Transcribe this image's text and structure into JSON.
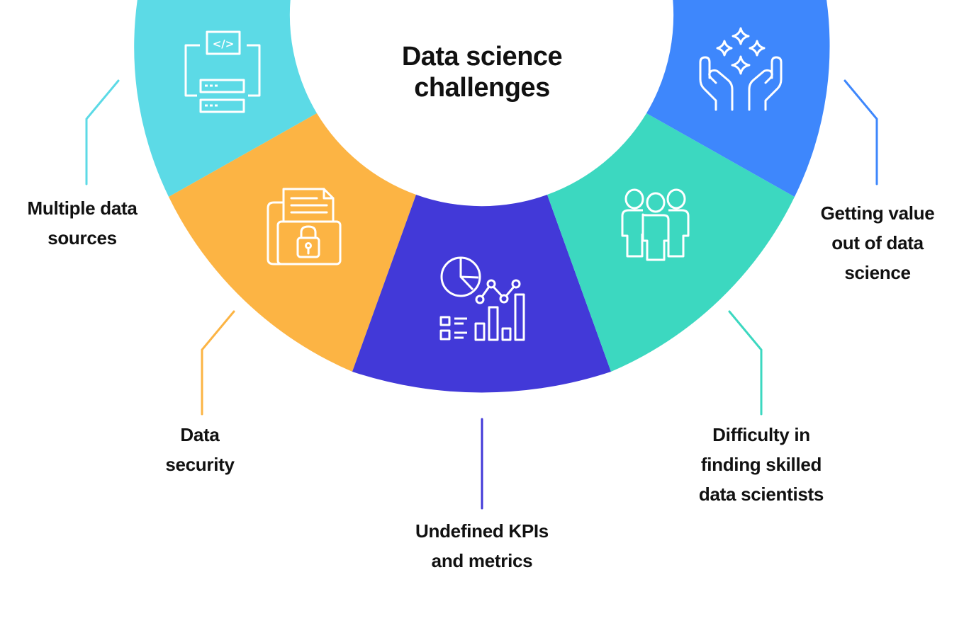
{
  "title": {
    "line1": "Data science",
    "line2": "challenges"
  },
  "colors": {
    "cyan": "#5cdae6",
    "orange": "#fcb444",
    "purple": "#4239d8",
    "teal": "#3cd8c0",
    "blue": "#3e87fc"
  },
  "segments": [
    {
      "id": "multiple-data-sources",
      "color": "#5cdae6",
      "icon": "code-server-icon",
      "label_lines": [
        "Multiple data",
        "sources"
      ]
    },
    {
      "id": "data-security",
      "color": "#fcb444",
      "icon": "locked-folder-document-icon",
      "label_lines": [
        "Data",
        "security"
      ]
    },
    {
      "id": "undefined-kpis",
      "color": "#4239d8",
      "icon": "analytics-dashboard-icon",
      "label_lines": [
        "Undefined KPIs",
        "and metrics"
      ]
    },
    {
      "id": "skilled-data-scientists",
      "color": "#3cd8c0",
      "icon": "team-people-icon",
      "label_lines": [
        "Difficulty in",
        "finding skilled",
        "data scientists"
      ]
    },
    {
      "id": "getting-value",
      "color": "#3e87fc",
      "icon": "hands-sparkles-icon",
      "label_lines": [
        "Getting value",
        "out of data",
        "science"
      ]
    }
  ]
}
